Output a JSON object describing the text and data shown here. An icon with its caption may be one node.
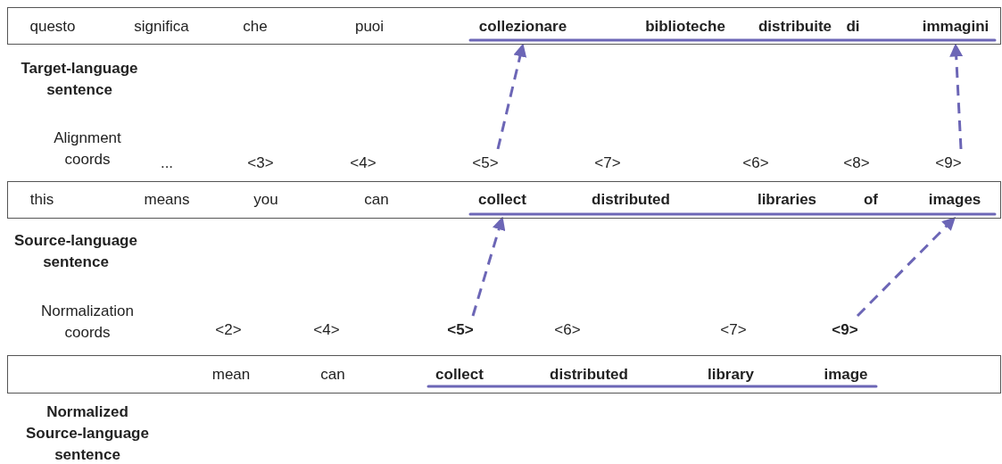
{
  "diagram": {
    "nodes": [
      {
        "text": [
          "Target-language sentence"
        ]
      },
      {
        "text": [
          "questo"
        ],
        "in": 0
      },
      {
        "text": [
          "significa"
        ],
        "in": 0
      },
      {
        "text": [
          "che"
        ],
        "in": 0
      },
      {
        "text": [
          "puoi"
        ],
        "in": 0
      },
      {
        "text": [
          "collezionare"
        ],
        "in": 0
      },
      {
        "text": [
          "biblioteche"
        ],
        "in": 0
      },
      {
        "text": [
          "distribuite"
        ],
        "in": 0
      },
      {
        "text": [
          "di"
        ],
        "in": 0
      },
      {
        "text": [
          "immagini"
        ],
        "in": 0
      },
      {
        "text": [
          "..."
        ]
      },
      {
        "text": [
          "<3>"
        ]
      },
      {
        "text": [
          "<4>"
        ]
      },
      {
        "text": [
          "<5>"
        ]
      },
      {
        "text": [
          "<7>"
        ]
      },
      {
        "text": [
          "<6>"
        ]
      },
      {
        "text": [
          "<8>"
        ]
      },
      {
        "text": [
          "<9>"
        ]
      },
      {
        "text": [
          "Source-language sentence"
        ]
      },
      {
        "text": [
          "this"
        ],
        "in": 18
      },
      {
        "text": [
          "means"
        ],
        "in": 18
      },
      {
        "text": [
          "you"
        ],
        "in": 18
      },
      {
        "text": [
          "can"
        ],
        "in": 18
      },
      {
        "text": [
          "collect"
        ],
        "in": 18
      },
      {
        "text": [
          "distributed"
        ],
        "in": 18
      },
      {
        "text": [
          "libraries"
        ],
        "in": 18
      },
      {
        "text": [
          "of"
        ],
        "in": 18
      },
      {
        "text": [
          "images"
        ],
        "in": 18
      },
      {
        "text": [
          "<2>"
        ]
      },
      {
        "text": [
          "<4>"
        ]
      },
      {
        "text": [
          "<5>"
        ]
      },
      {
        "text": [
          "<6>"
        ]
      },
      {
        "text": [
          "<7>"
        ]
      },
      {
        "text": [
          "<9>"
        ]
      },
      {
        "text": [
          "Normalized Source-language sentence"
        ]
      },
      {
        "text": [
          "mean"
        ],
        "in": 34
      },
      {
        "text": [
          "can"
        ],
        "in": 34
      },
      {
        "text": [
          "collect"
        ],
        "in": 34
      },
      {
        "text": [
          "distributed"
        ],
        "in": 34
      },
      {
        "text": [
          "library"
        ],
        "in": 34
      },
      {
        "text": [
          "image"
        ],
        "in": 34
      }
    ],
    "edges": [
      {
        "from": 13,
        "to": 5,
        "arrow": "to",
        "style": "dashed"
      },
      {
        "from": 17,
        "to": 9,
        "arrow": "to",
        "style": "dashed"
      },
      {
        "from": 30,
        "to": 23,
        "arrow": "to",
        "style": "dashed"
      },
      {
        "from": 33,
        "to": 27,
        "arrow": "to",
        "style": "dashed"
      }
    ],
    "labels": [
      "Alignment coords",
      "Normalization coords"
    ]
  }
}
